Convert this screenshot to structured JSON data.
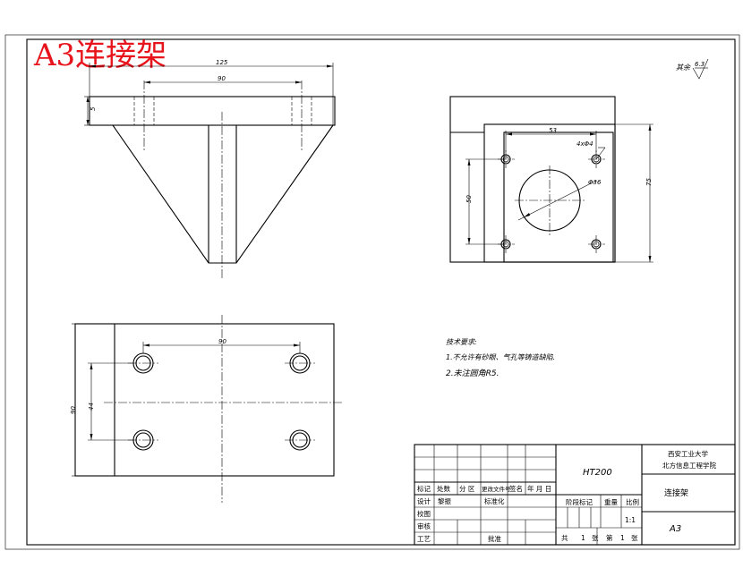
{
  "title": "A3连接架",
  "roughness": {
    "label": "其余",
    "value": "6.3"
  },
  "front_view": {
    "dim_overall": "125",
    "dim_holes": "90",
    "dim_thickness": "5"
  },
  "side_view": {
    "dim_hole_spacing_h": "53",
    "dim_hole_spacing_v": "50",
    "dim_height": "75",
    "dim_holes_spec": "4xΦ4",
    "dim_bore": "Φ36"
  },
  "top_view": {
    "dim_hole_spacing_h": "90",
    "dim_hole_spacing_v": "44",
    "dim_height": "90"
  },
  "tech_notes": {
    "heading": "技术要求:",
    "line1": "1.不允许有砂眼、气孔等铸造缺陷.",
    "line2": "2.未注圆角R5."
  },
  "title_block": {
    "material": "HT200",
    "school_line1": "西安工业大学",
    "school_line2": "北方信息工程学院",
    "part_name": "连接架",
    "scale": "1:1",
    "sheet_size": "A3",
    "hdr_mark": "标记",
    "hdr_count": "处数",
    "hdr_zone": "分  区",
    "hdr_docno": "更改文件号",
    "hdr_sign": "签名",
    "hdr_date": "年 月 日",
    "row_design": "设计",
    "row_design_name": "黎振",
    "row_standard": "标准化",
    "row_check": "校图",
    "row_review": "审核",
    "row_process": "工艺",
    "row_approve": "批准",
    "stage_mark": "阶段标记",
    "weight": "重量",
    "ratio": "比例",
    "sheets_total": "共",
    "sheets_total_n": "1",
    "sheets_unit1": "张",
    "sheets_no": "第",
    "sheets_no_n": "1",
    "sheets_unit2": "张"
  }
}
